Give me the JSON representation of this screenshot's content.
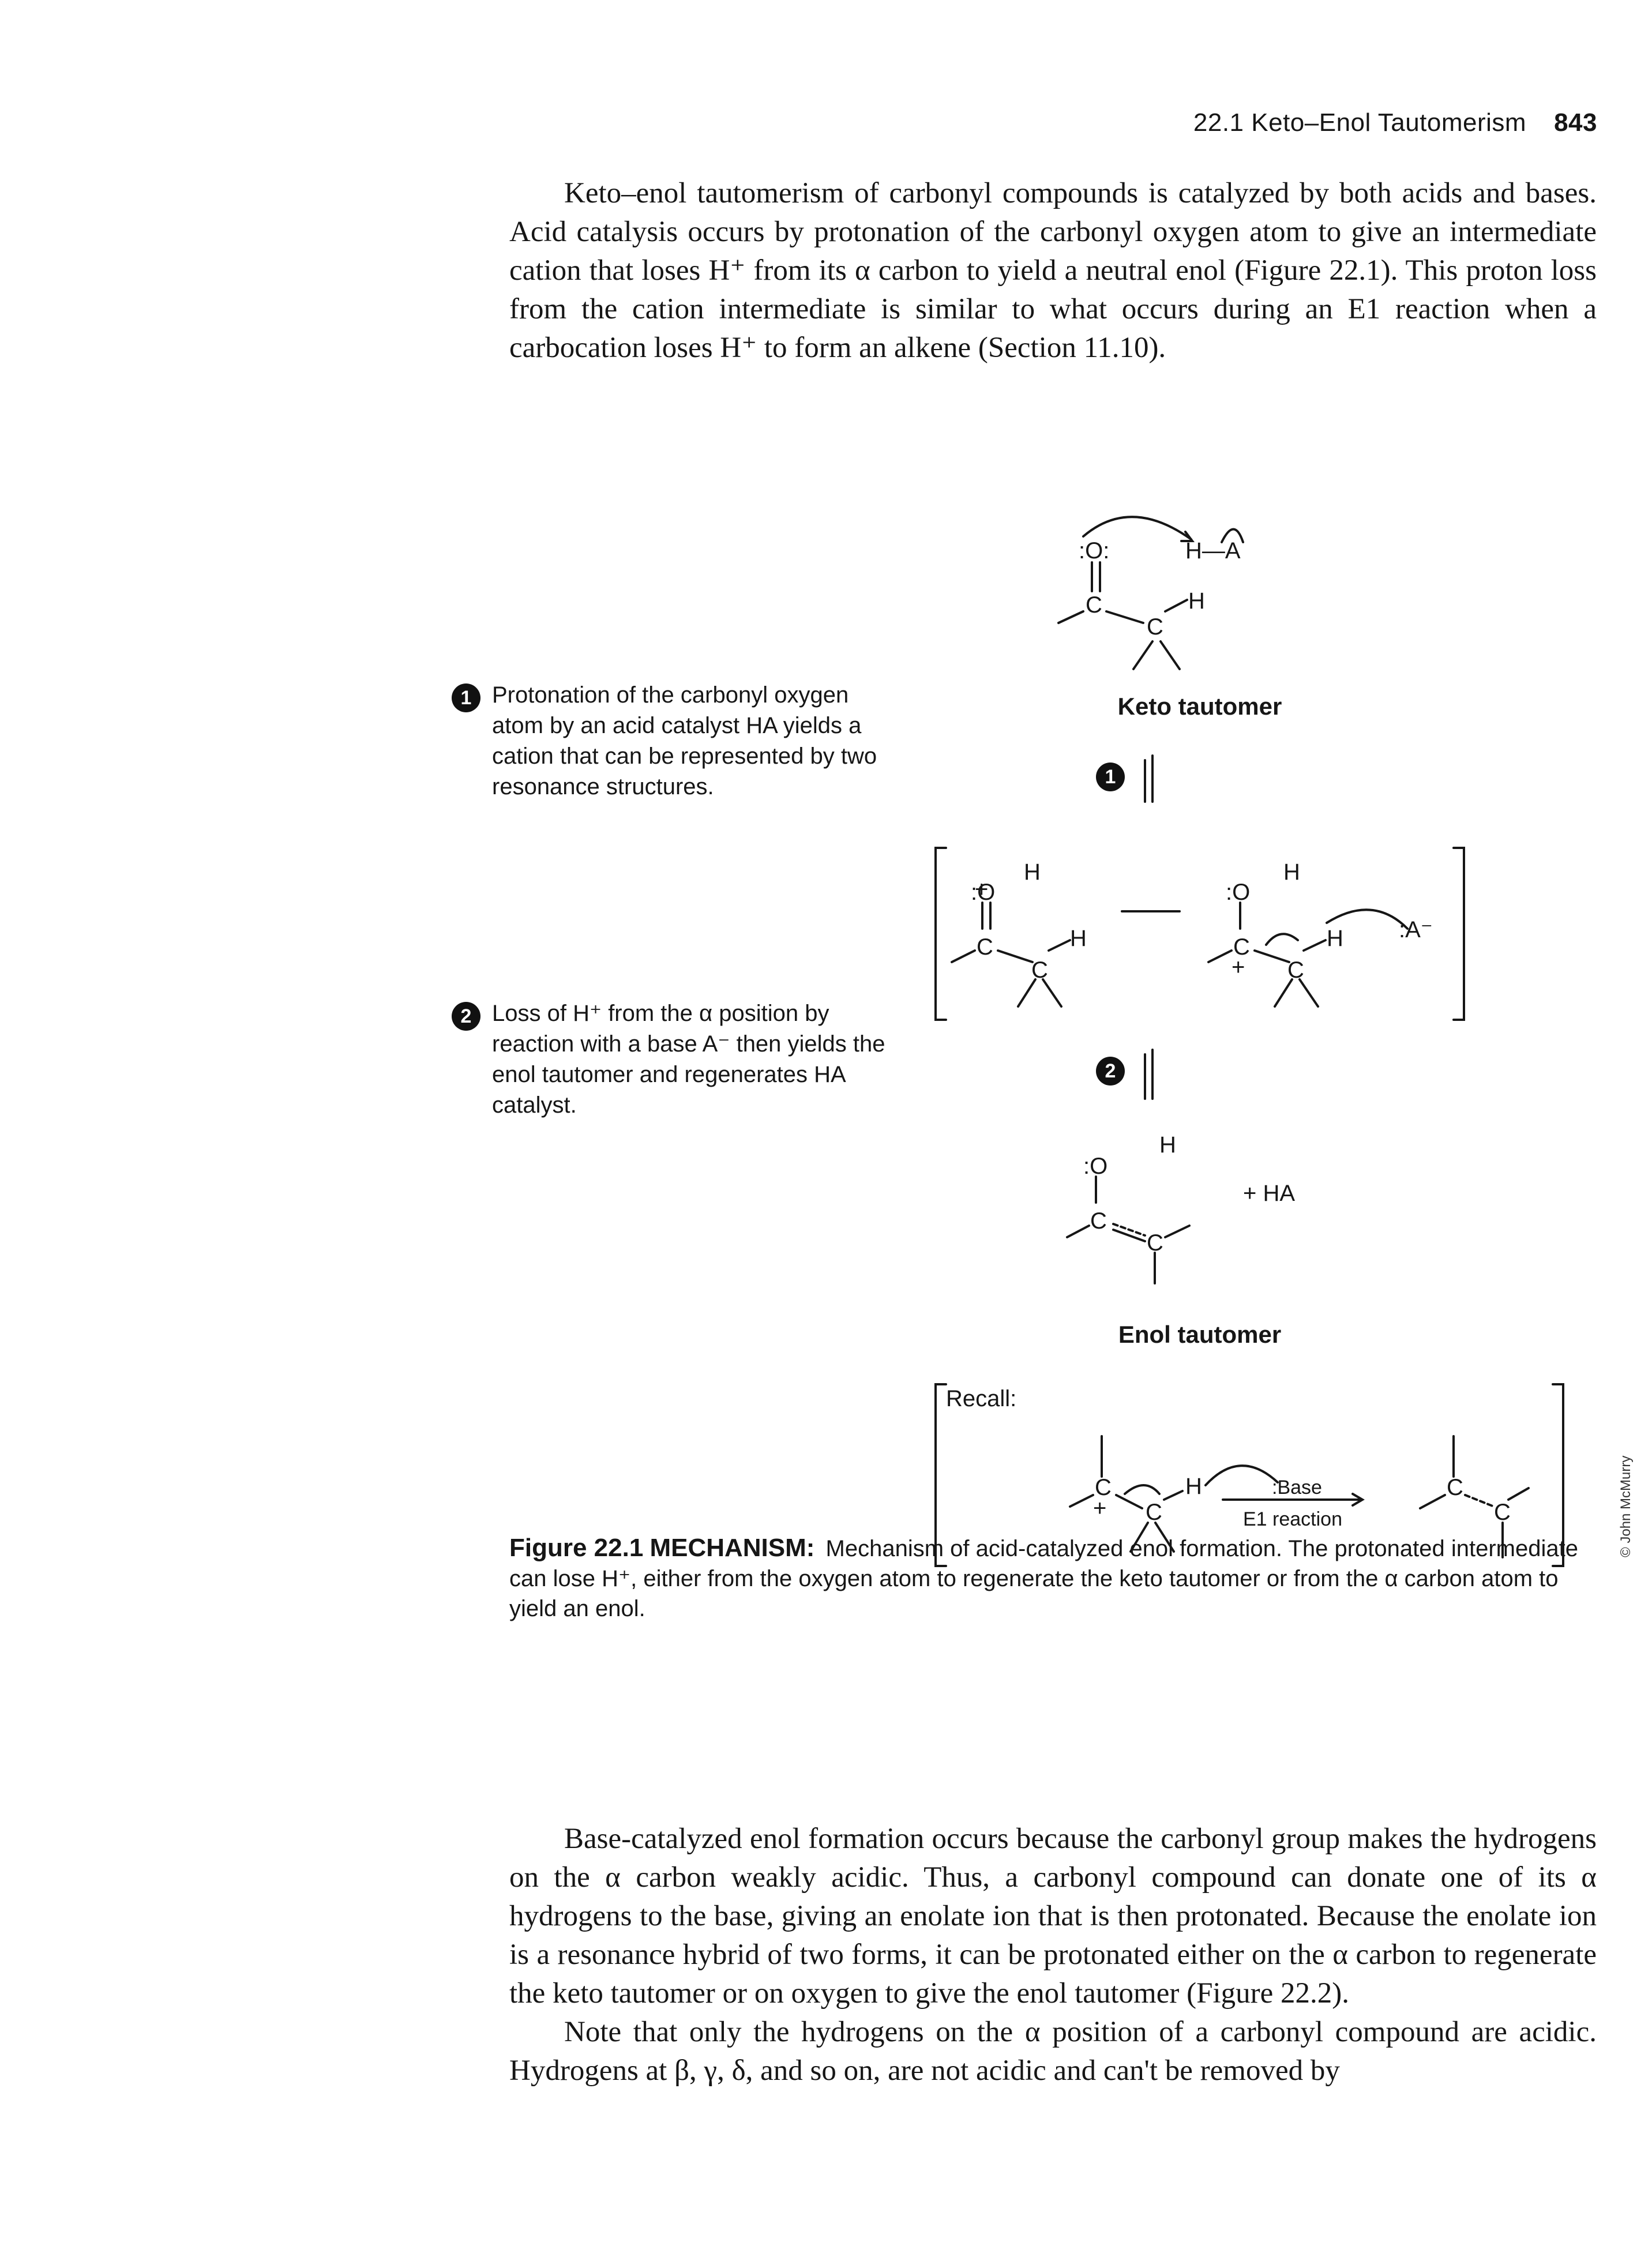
{
  "header": {
    "section": "22.1 Keto–Enol Tautomerism",
    "page_number": "843"
  },
  "paragraphs": {
    "intro": "Keto–enol tautomerism of carbonyl compounds is catalyzed by both acids and bases. Acid catalysis occurs by protonation of the carbonyl oxygen atom to give an intermediate cation that loses H⁺ from its α carbon to yield a neutral enol (Figure 22.1). This proton loss from the cation intermediate is similar to what occurs during an E1 reaction when a carbocation loses H⁺ to form an alkene (Section 11.10).",
    "base": "Base-catalyzed enol formation occurs because the carbonyl group makes the hydrogens on the α carbon weakly acidic. Thus, a carbonyl compound can donate one of its α hydrogens to the base, giving an enolate ion that is then protonated. Because the enolate ion is a resonance hybrid of two forms, it can be protonated either on the α carbon to regenerate the keto tautomer or on oxygen to give the enol tautomer (Figure 22.2).",
    "note": "Note that only the hydrogens on the α position of a carbonyl compound are acidic. Hydrogens at β, γ, δ, and so on, are not acidic and can't be removed by"
  },
  "steps": [
    {
      "badge": "1",
      "text": "Protonation of the carbonyl oxygen atom by an acid catalyst HA yields a cation that can be represented by two resonance structures."
    },
    {
      "badge": "2",
      "text": "Loss of H⁺ from the α position by reaction with a base A⁻ then yields the enol tautomer and regenerates HA catalyst."
    }
  ],
  "scheme": {
    "keto_label": "Keto tautomer",
    "enol_label": "Enol tautomer",
    "step1_badge": "1",
    "step2_badge": "2",
    "recall": "Recall:",
    "plus_HA": "+   HA",
    "base_label": ":Base",
    "e1_label": "E1 reaction",
    "atoms": {
      "O_keto": ":O:",
      "HA": "H—A",
      "C": "C",
      "H": "H",
      "O_plus": ":O",
      "plus": "+",
      "O_radical": ":O",
      "A_minus": ":A⁻",
      "O_enol": ":O"
    }
  },
  "caption": {
    "figure": "Figure 22.1",
    "mechanism": "MECHANISM:",
    "text": "Mechanism of acid-catalyzed enol formation. The protonated intermediate can lose H⁺, either from the oxygen atom to regenerate the keto tautomer or from the α carbon atom to yield an enol."
  },
  "credit": "© John McMurry"
}
